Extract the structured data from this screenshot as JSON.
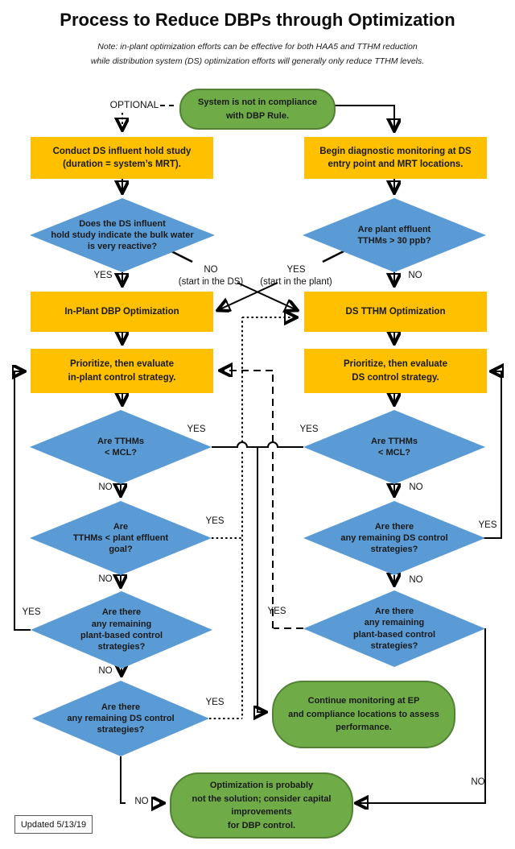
{
  "title": "Process to Reduce DBPs through Optimization",
  "note": {
    "line1": "Note: in-plant optimization efforts can be effective for both HAA5 and TTHM reduction",
    "line2": "while distribution system (DS) optimization efforts will generally only reduce TTHM levels."
  },
  "colors": {
    "process": "#FFC000",
    "decision": "#5B9BD5",
    "terminal": "#6FAC47",
    "terminalBorder": "#538135",
    "line": "#000000"
  },
  "nodes": {
    "optional": "OPTIONAL",
    "start": "System is not in compliance\nwith DBP Rule.",
    "conductHoldStudy": "Conduct DS influent hold study\n(duration = system’s MRT).",
    "beginMonitoring": "Begin diagnostic monitoring at DS\nentry point and MRT locations.",
    "holdStudyReactive": "Does the DS influent\nhold study indicate the bulk water\nis very reactive?",
    "plantEffluent30": "Are plant effluent\nTTHMs > 30 ppb?",
    "inPlantOptimization": "In-Plant DBP Optimization",
    "dsTthmOptimization": "DS TTHM Optimization",
    "prioritizeInPlant": "Prioritize, then evaluate\nin-plant control strategy.",
    "prioritizeDs": "Prioritize, then evaluate\nDS control strategy.",
    "tthmsMclLeft": "Are TTHMs\n< MCL?",
    "tthmsMclRight": "Are TTHMs\n< MCL?",
    "tthmsPlantGoal": "Are\nTTHMs < plant effluent\ngoal?",
    "dsStrategiesRight": "Are there\nany remaining DS control\nstrategies?",
    "plantStrategiesLeft": "Are there\nany remaining\nplant-based control\nstrategies?",
    "plantStrategiesRight": "Are there\nany remaining\nplant-based control\nstrategies?",
    "dsStrategiesLeft": "Are there\nany remaining DS control\nstrategies?",
    "continueMonitoring": "Continue monitoring at EP\nand compliance locations to assess\nperformance.",
    "capitalImprovements": "Optimization is probably\nnot the solution; consider capital\nimprovements\nfor DBP control."
  },
  "labels": {
    "yes": "YES",
    "no": "NO",
    "noStartDs": "NO\n(start in the DS)",
    "yesStartPlant": "YES\n(start in the plant)"
  },
  "footer": {
    "updated": "Updated 5/13/19"
  }
}
